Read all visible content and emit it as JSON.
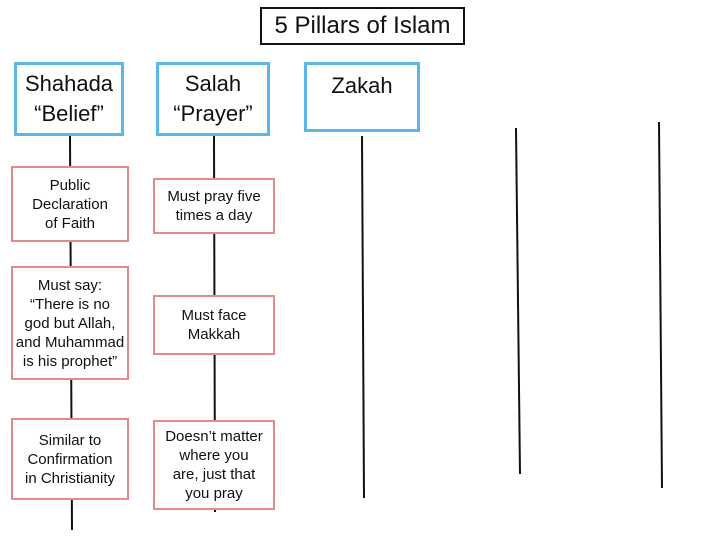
{
  "title": "5 Pillars of Islam",
  "pillars": [
    {
      "label": "Shahada\n“Belief”"
    },
    {
      "label": "Salah\n“Prayer”"
    },
    {
      "label": "Zakah"
    }
  ],
  "shahada_notes": [
    "Public\nDeclaration\nof Faith",
    "Must say:\n“There is no\ngod but Allah,\nand Muhammad\nis his prophet”",
    "Similar to\nConfirmation\nin Christianity"
  ],
  "salah_notes": [
    "Must pray five\ntimes a day",
    "Must face\nMakkah",
    "Doesn’t matter\nwhere you\nare, just that\nyou pray"
  ],
  "colors": {
    "pillar_border": "#5bb8e6",
    "note_border": "#e58a8a",
    "line": "#111111"
  }
}
